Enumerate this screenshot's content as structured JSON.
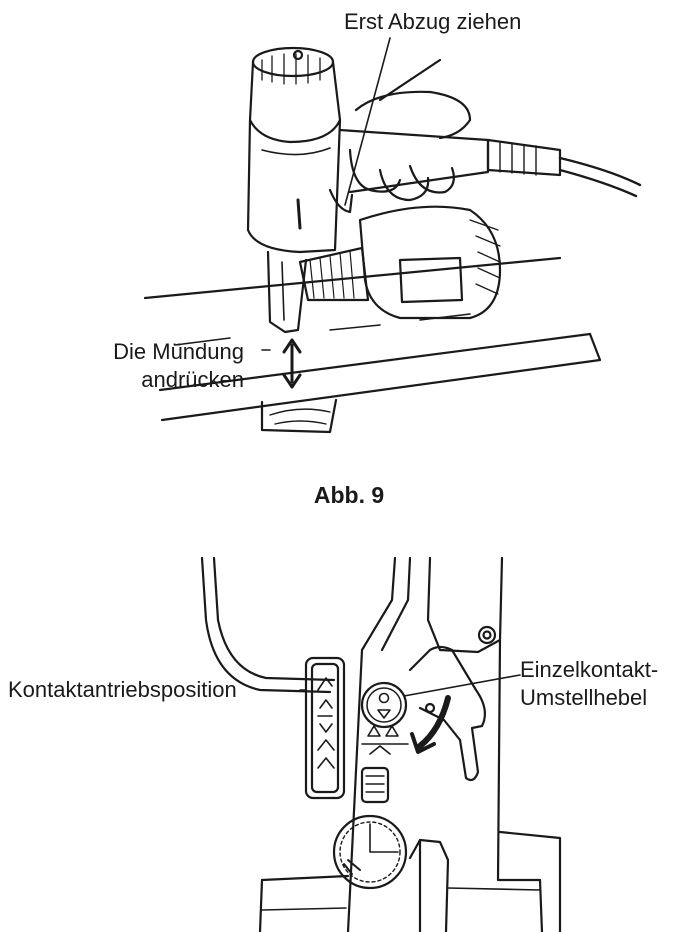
{
  "figure9": {
    "label_trigger": "Erst Abzug ziehen",
    "label_nose_line1": "Die Mündung",
    "label_nose_line2": "andrücken",
    "caption": "Abb. 9"
  },
  "figure10": {
    "label_lever_line1": "Einzelkontakt-",
    "label_lever_line2": "Umstellhebel",
    "label_position": "Kontaktantriebsposition"
  }
}
